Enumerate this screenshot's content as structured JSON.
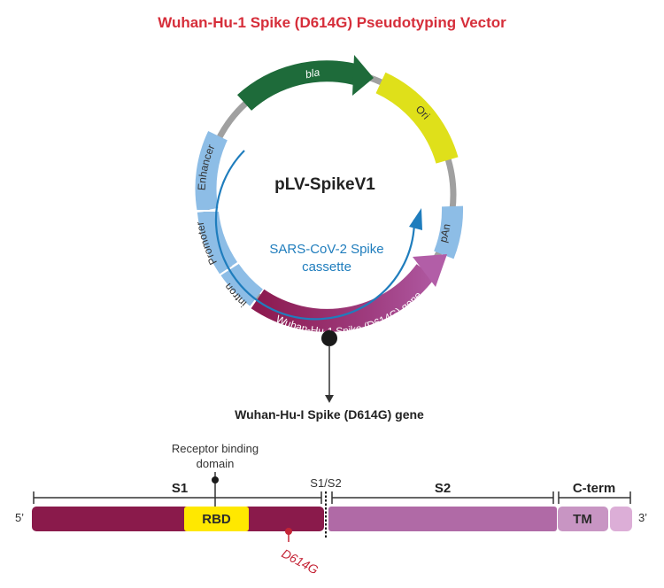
{
  "title": "Wuhan-Hu-1 Spike (D614G) Pseudotyping Vector",
  "plasmid": {
    "name": "pLV-SpikeV1",
    "cassette_line1": "SARS-CoV-2 Spike",
    "cassette_line2": "cassette",
    "features": {
      "bla": "bla",
      "ori": "Ori",
      "pan": "pAn",
      "enhancer": "Enhancer",
      "promoter": "Promoter",
      "intron": "intron",
      "spike": "Wuhan-Hu-1 Spike (D614G) gene"
    },
    "colors": {
      "backbone": "#a0a0a0",
      "bla": "#1e6b3a",
      "ori": "#dfe01a",
      "blue_elements": "#8dbde6",
      "spike_dark": "#8c1a4f",
      "spike_light": "#b25ea7",
      "cassette_arrow": "#1f7dbd"
    }
  },
  "gene_map": {
    "title": "Wuhan-Hu-I Spike (D614G) gene",
    "five_prime": "5’",
    "three_prime": "3’",
    "s1": "S1",
    "s1s2": "S1/S2",
    "s2": "S2",
    "cterm": "C-term",
    "rbd": "RBD",
    "rbd_note_line1": "Receptor binding",
    "rbd_note_line2": "domain",
    "tm": "TM",
    "mutation": "D614G",
    "colors": {
      "s1": "#8a1a4b",
      "s2": "#b06aa6",
      "tm": "#c895c3",
      "end": "#dcaed7",
      "rbd": "#ffe800",
      "mutation": "#c42436"
    }
  }
}
